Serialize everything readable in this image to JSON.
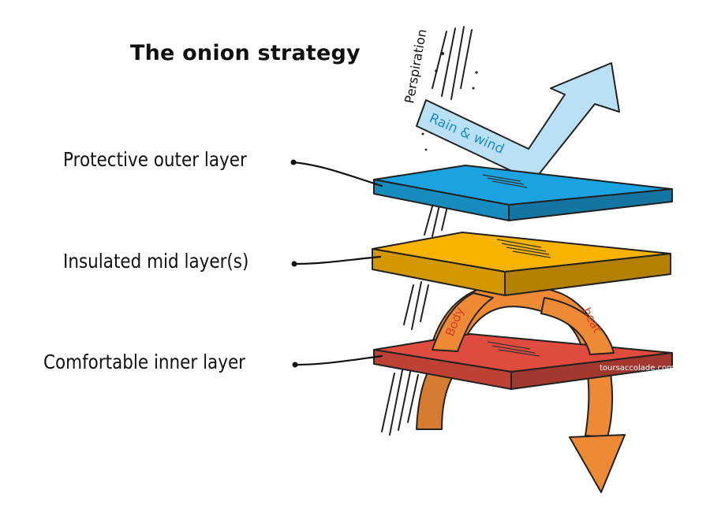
{
  "title": "The onion strategy",
  "layers": [
    {
      "label": "Protective outer layer",
      "color": "#1aa3e0"
    },
    {
      "label": "Insulated mid layer(s)",
      "color": "#f8b200"
    },
    {
      "label": "Comfortable inner layer",
      "color": "#df4c3e"
    }
  ],
  "arrows": {
    "perspiration": "Perspiration",
    "rain_wind": "Rain & wind",
    "body": "Body",
    "heat": "heat"
  },
  "colors": {
    "rain_arrow": "#b9e0f5",
    "heat_arrow": "#ee8a35",
    "rain_text": "#1e8bd0",
    "heat_text": "#d1402b"
  },
  "credit": "toursaccolade.com"
}
